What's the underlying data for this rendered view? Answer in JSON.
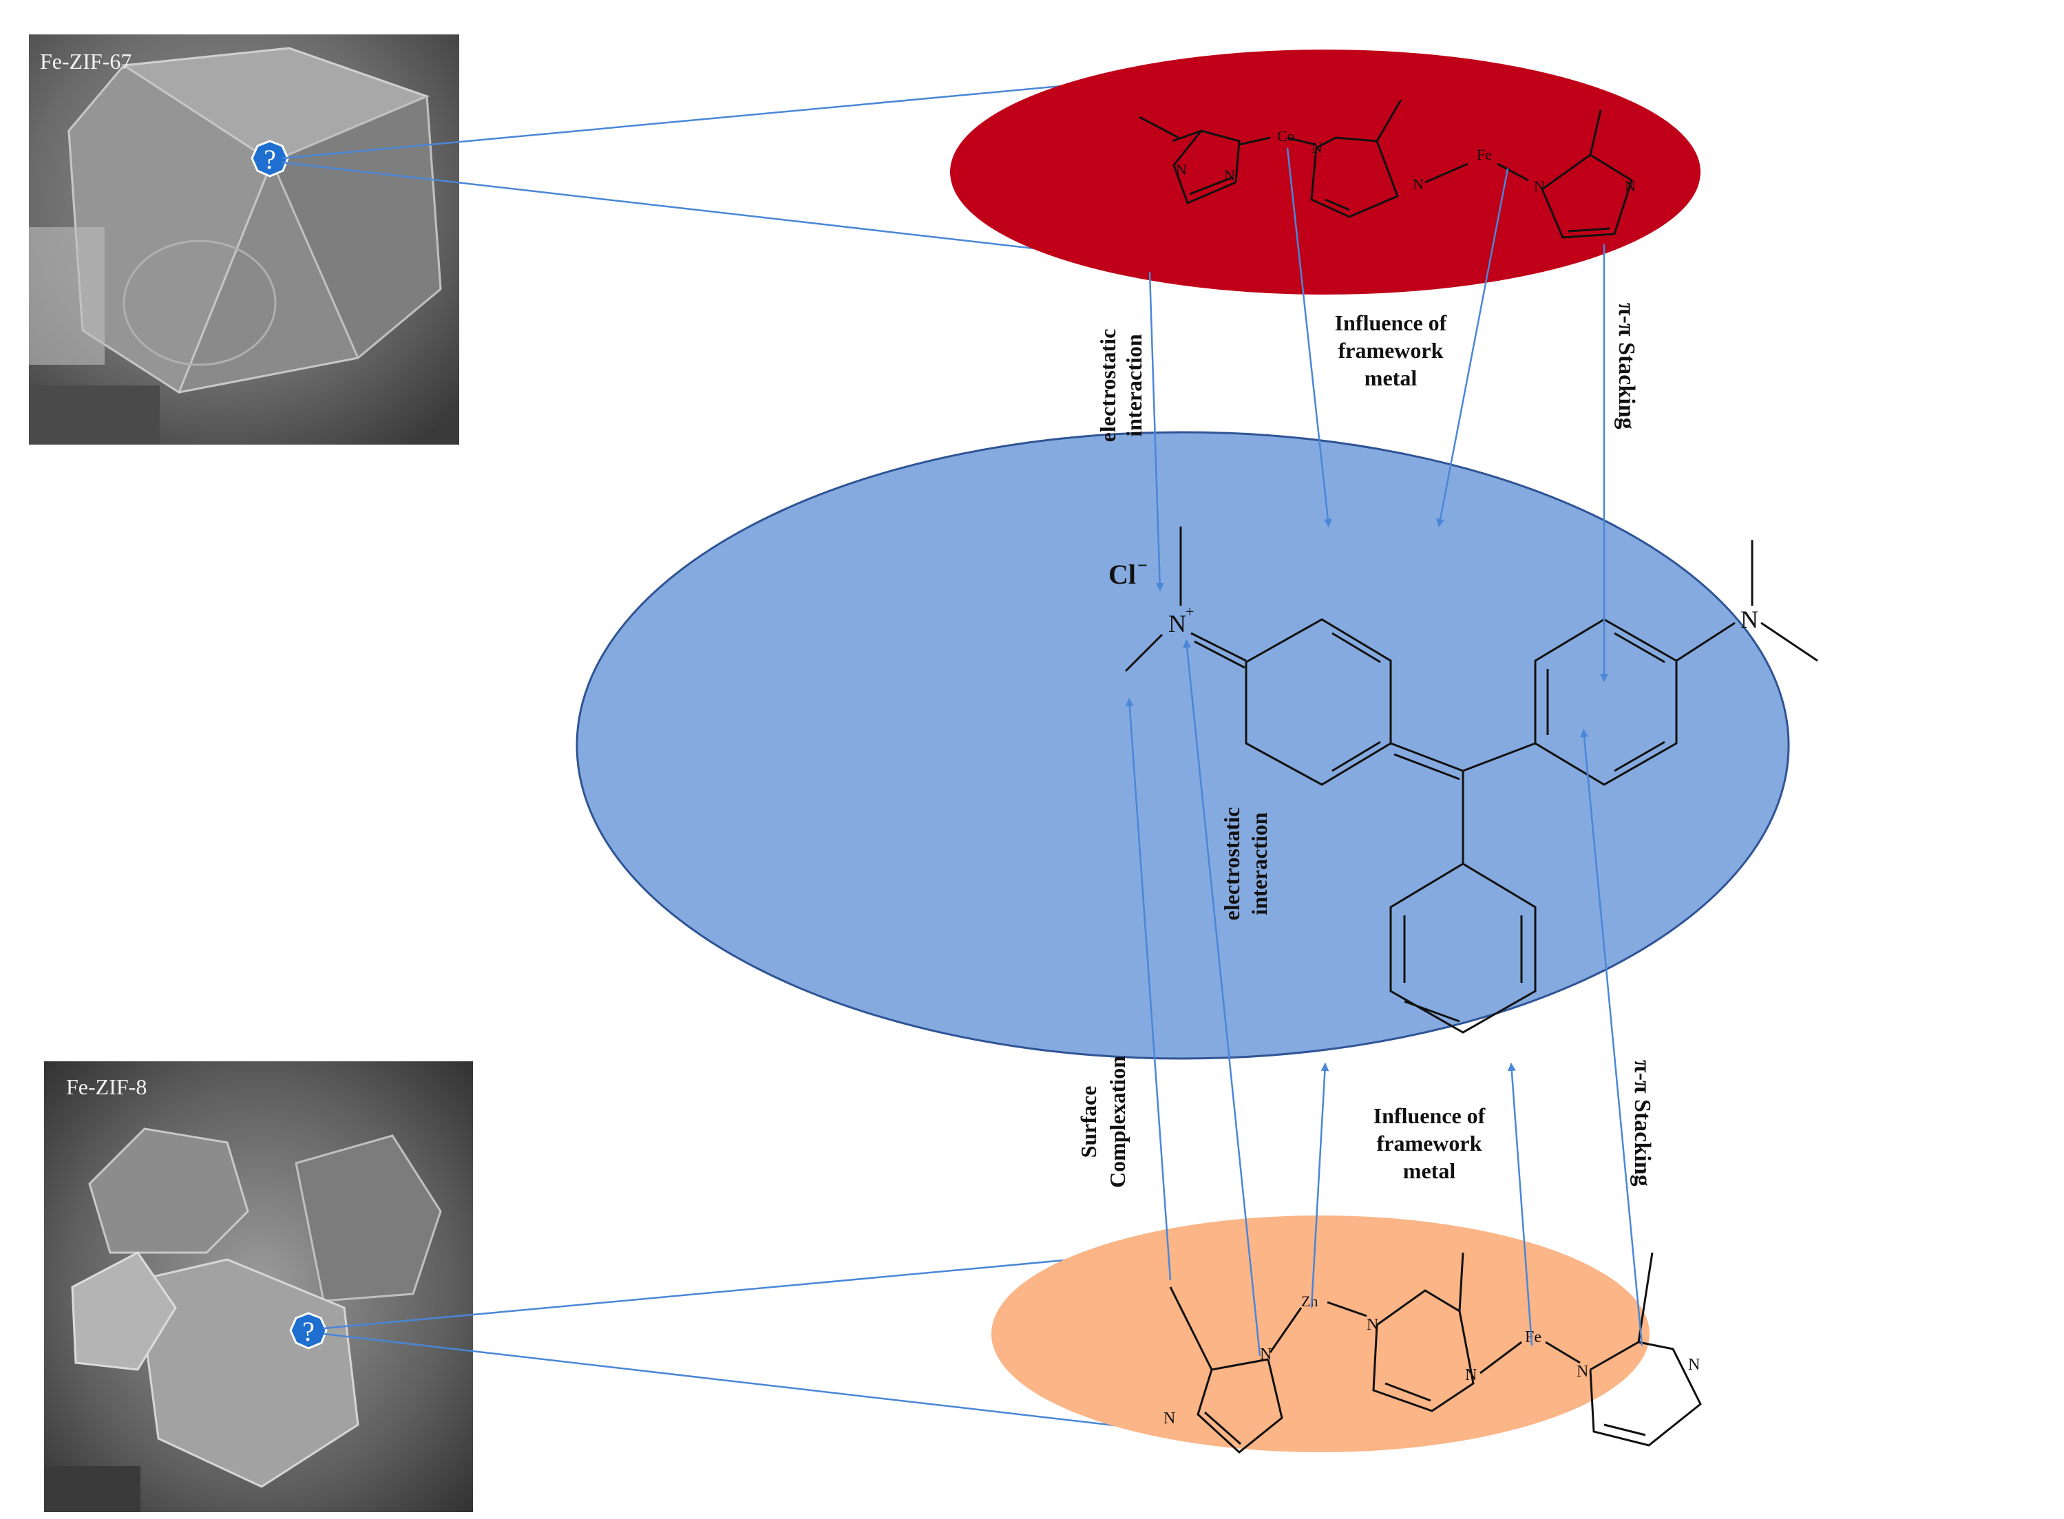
{
  "sem_top": {
    "label": "Fe-ZIF-67",
    "marker": "?"
  },
  "sem_bottom": {
    "label": "Fe-ZIF-8",
    "marker": "?"
  },
  "top_framework": {
    "fill": "#c00018",
    "atoms": {
      "co": "Co",
      "fe": "Fe",
      "n1": "N",
      "n2": "N",
      "n3": "N",
      "n4": "N",
      "n5": "N",
      "n6": "N"
    }
  },
  "center_dye": {
    "fill": "#85aadf",
    "stroke": "#2f5496",
    "counter_ion": "Cl",
    "counter_charge": "−",
    "cation_atom": "N",
    "cation_charge": "+",
    "amine_atom": "N"
  },
  "bottom_framework": {
    "fill": "#fbb586",
    "atoms": {
      "zn": "Zn",
      "fe": "Fe",
      "n1": "N",
      "n2": "N",
      "n3": "N",
      "n4": "N",
      "n5": "N",
      "n6": "N"
    }
  },
  "interactions_top": {
    "electrostatic": [
      "electrostatic",
      "interaction"
    ],
    "framework_metal": [
      "Influence of",
      "framework",
      "metal"
    ],
    "pi_stacking": "π-π Stacking"
  },
  "interactions_bottom": {
    "surface_complexation": [
      "Surface",
      "Complexation"
    ],
    "electrostatic": [
      "electrostatic",
      "interaction"
    ],
    "framework_metal": [
      "Influence of",
      "framework",
      "metal"
    ],
    "pi_stacking": "π-π Stacking"
  },
  "colors": {
    "arrow": "#4a86d8",
    "bond": "#111111",
    "marker": "#1e6fd0"
  }
}
